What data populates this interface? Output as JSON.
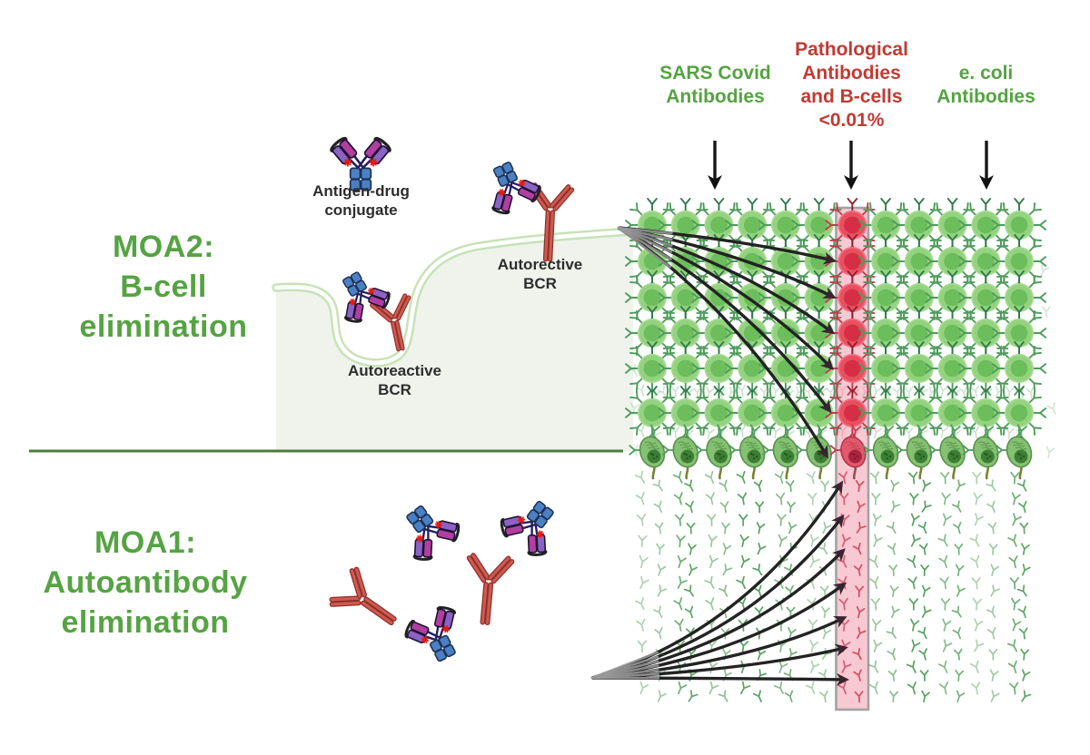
{
  "labels": {
    "moa2": [
      "MOA2:",
      "B-cell",
      "elimination"
    ],
    "moa1": [
      "MOA1:",
      "Autoantibody",
      "elimination"
    ],
    "conjugate": [
      "Antigen-drug",
      "conjugate"
    ],
    "bcr_top": [
      "Autorective",
      "BCR"
    ],
    "bcr_pocket": [
      "Autoreactive",
      "BCR"
    ],
    "col_sars": [
      "SARS Covid",
      "Antibodies"
    ],
    "col_path": [
      "Pathological",
      "Antibodies",
      "and B-cells",
      "<0.01%"
    ],
    "col_ecoli": [
      "e. coli",
      "Antibodies"
    ]
  },
  "grid": {
    "columns": 12,
    "b_cell_rows": 6,
    "plasma_rows": 1,
    "red_column": 7,
    "top_fan_arrow_count": 6,
    "bottom_fan_arrow_count": 7,
    "header_arrow_count": 3
  },
  "icons": {
    "b-cell": "green circle with surface Y receptors",
    "pathological-b-cell": "red circle with surface Y receptors",
    "plasma-cell": "green oval secreting antibody stream",
    "antibody": "small Y glyph",
    "antigen-drug-conjugate": "blue Fc + purple Fab antibody with red drug stars",
    "autoantibody": "red Y antibody",
    "down-arrow": "black vertical arrow",
    "curved-arrow": "black curved arrow with maroon head"
  },
  "colors": {
    "green_text": "#55a342",
    "red_text": "#c23a32",
    "black_text": "#2d2d2d",
    "panel_bg": "#eff3ec",
    "membrane": "#c6e3b6",
    "divider": "#4d7c3c",
    "cell_body": "#93d27e",
    "cell_nucleus": "#6cbd5b",
    "cell_receptor": "#4f9c5d",
    "cell_receptor_dark": "#2f7a4b",
    "red_cell_body": "#e9505f",
    "red_cell_nucleus": "#d62e44",
    "red_receptor": "#c23b4c",
    "red_receptor_dark": "#8e2133",
    "plasma_body": "#86c173",
    "plasma_outline": "#57924a",
    "plasma_nucleus": "#3c7e33",
    "red_plasma_body": "#e2596b",
    "red_plasma_nucleus": "#aa2440",
    "stream_green": "#4d9c55",
    "stream_red": "#cc4258",
    "highlight_fill": "#f9c9d3",
    "highlight_border": "#a3a3a3",
    "arrow": "#232323",
    "arrowhead": "#3a2430",
    "conj_blue": "#4a80c4",
    "conj_blue_stroke": "#203055",
    "conj_magenta": "#b03f9f",
    "conj_violet": "#8a63c4",
    "conj_linker": "#241f63",
    "drug_star": "#e11d13",
    "auto_ab_fill": "#cd5a52",
    "auto_ab_stroke": "#8f3028"
  }
}
